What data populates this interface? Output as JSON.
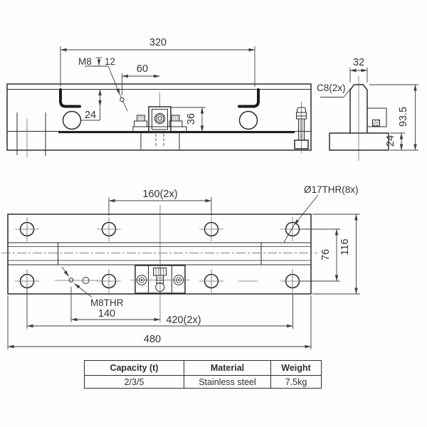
{
  "side_view": {
    "dim_width": "320",
    "thread_size": "M8",
    "thread_depth": "12",
    "dim_offset": "60",
    "dim_hook_depth": "24",
    "dim_block_height": "36"
  },
  "end_view": {
    "dim_width": "32",
    "chamfer_note": "C8(2x)",
    "dim_total_height": "93.5",
    "dim_base_height": "24"
  },
  "plan_view": {
    "dim_hole_pitch": "160(2x)",
    "hole_note": "Ø17THR(8x)",
    "dim_row_spacing": "76",
    "dim_plate_height": "116",
    "thread_note": "M8THR",
    "dim_thread_offset": "140",
    "dim_hole_span": "420(2x)",
    "dim_overall_length": "480"
  },
  "spec_table": {
    "headers": [
      "Capacity (t)",
      "Material",
      "Weight"
    ],
    "values": [
      "2/3/5",
      "Stainless steel",
      "7.5kg"
    ]
  }
}
